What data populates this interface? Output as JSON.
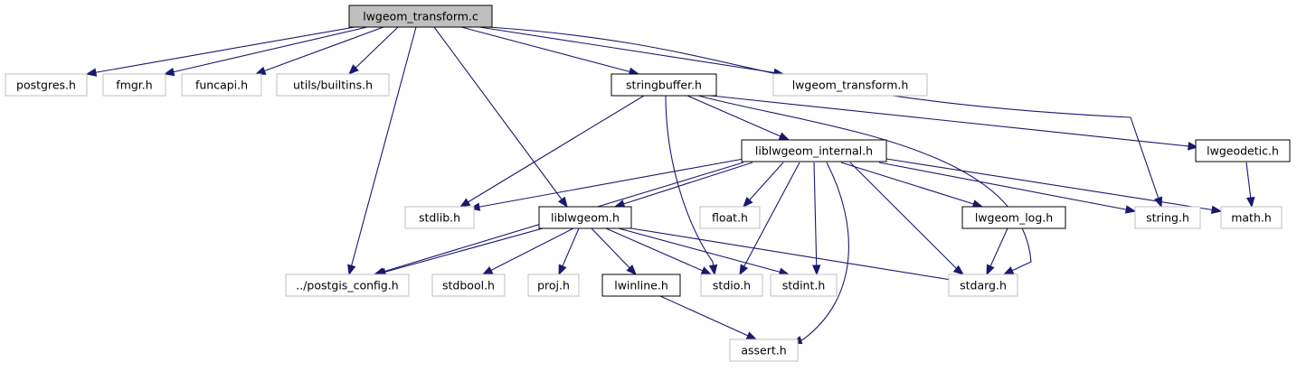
{
  "graph": {
    "colors": {
      "edge": "#191970",
      "root_fill": "#bfbfbf",
      "node_border": "#000000",
      "external_border": "#bfbfbf"
    },
    "nodes": [
      {
        "id": "lwgeom_transform_c",
        "label": "lwgeom_transform.c",
        "kind": "root"
      },
      {
        "id": "postgres_h",
        "label": "postgres.h",
        "kind": "external"
      },
      {
        "id": "fmgr_h",
        "label": "fmgr.h",
        "kind": "external"
      },
      {
        "id": "funcapi_h",
        "label": "funcapi.h",
        "kind": "external"
      },
      {
        "id": "utils_builtins_h",
        "label": "utils/builtins.h",
        "kind": "external"
      },
      {
        "id": "stringbuffer_h",
        "label": "stringbuffer.h",
        "kind": "documented"
      },
      {
        "id": "lwgeom_transform_h",
        "label": "lwgeom_transform.h",
        "kind": "external"
      },
      {
        "id": "liblwgeom_internal_h",
        "label": "liblwgeom_internal.h",
        "kind": "documented"
      },
      {
        "id": "lwgeodetic_h",
        "label": "lwgeodetic.h",
        "kind": "documented"
      },
      {
        "id": "stdlib_h",
        "label": "stdlib.h",
        "kind": "external"
      },
      {
        "id": "liblwgeom_h",
        "label": "liblwgeom.h",
        "kind": "documented"
      },
      {
        "id": "float_h",
        "label": "float.h",
        "kind": "external"
      },
      {
        "id": "lwgeom_log_h",
        "label": "lwgeom_log.h",
        "kind": "documented"
      },
      {
        "id": "string_h",
        "label": "string.h",
        "kind": "external"
      },
      {
        "id": "math_h",
        "label": "math.h",
        "kind": "external"
      },
      {
        "id": "postgis_config_h",
        "label": "../postgis_config.h",
        "kind": "external"
      },
      {
        "id": "stdbool_h",
        "label": "stdbool.h",
        "kind": "external"
      },
      {
        "id": "proj_h",
        "label": "proj.h",
        "kind": "external"
      },
      {
        "id": "lwinline_h",
        "label": "lwinline.h",
        "kind": "documented"
      },
      {
        "id": "stdio_h",
        "label": "stdio.h",
        "kind": "external"
      },
      {
        "id": "stdint_h",
        "label": "stdint.h",
        "kind": "external"
      },
      {
        "id": "stdarg_h",
        "label": "stdarg.h",
        "kind": "external"
      },
      {
        "id": "assert_h",
        "label": "assert.h",
        "kind": "external"
      }
    ],
    "edges": [
      [
        "lwgeom_transform_c",
        "postgres_h"
      ],
      [
        "lwgeom_transform_c",
        "fmgr_h"
      ],
      [
        "lwgeom_transform_c",
        "funcapi_h"
      ],
      [
        "lwgeom_transform_c",
        "utils_builtins_h"
      ],
      [
        "lwgeom_transform_c",
        "postgis_config_h"
      ],
      [
        "lwgeom_transform_c",
        "liblwgeom_h"
      ],
      [
        "lwgeom_transform_c",
        "stringbuffer_h"
      ],
      [
        "lwgeom_transform_c",
        "lwgeom_transform_h"
      ],
      [
        "lwgeom_transform_c",
        "string_h"
      ],
      [
        "stringbuffer_h",
        "liblwgeom_internal_h"
      ],
      [
        "stringbuffer_h",
        "stdlib_h"
      ],
      [
        "stringbuffer_h",
        "stdio_h"
      ],
      [
        "stringbuffer_h",
        "stdarg_h"
      ],
      [
        "stringbuffer_h",
        "lwgeodetic_h"
      ],
      [
        "liblwgeom_internal_h",
        "postgis_config_h"
      ],
      [
        "liblwgeom_internal_h",
        "stdlib_h"
      ],
      [
        "liblwgeom_internal_h",
        "liblwgeom_h"
      ],
      [
        "liblwgeom_internal_h",
        "float_h"
      ],
      [
        "liblwgeom_internal_h",
        "stdio_h"
      ],
      [
        "liblwgeom_internal_h",
        "stdint_h"
      ],
      [
        "liblwgeom_internal_h",
        "assert_h"
      ],
      [
        "liblwgeom_internal_h",
        "lwgeom_log_h"
      ],
      [
        "liblwgeom_internal_h",
        "stdarg_h"
      ],
      [
        "liblwgeom_internal_h",
        "string_h"
      ],
      [
        "liblwgeom_internal_h",
        "math_h"
      ],
      [
        "lwgeodetic_h",
        "math_h"
      ],
      [
        "lwgeom_log_h",
        "stdarg_h"
      ],
      [
        "liblwgeom_h",
        "postgis_config_h"
      ],
      [
        "liblwgeom_h",
        "stdbool_h"
      ],
      [
        "liblwgeom_h",
        "proj_h"
      ],
      [
        "liblwgeom_h",
        "lwinline_h"
      ],
      [
        "liblwgeom_h",
        "stdio_h"
      ],
      [
        "liblwgeom_h",
        "stdint_h"
      ],
      [
        "liblwgeom_h",
        "stdarg_h"
      ],
      [
        "lwinline_h",
        "assert_h"
      ]
    ]
  }
}
